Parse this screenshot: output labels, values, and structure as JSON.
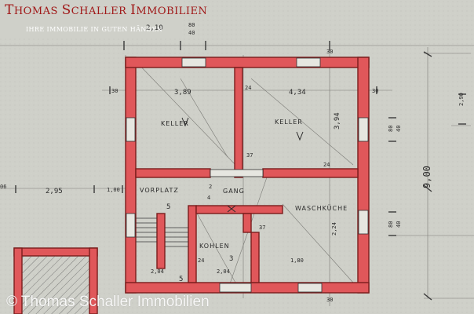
{
  "brand": {
    "title_prefix": "T",
    "title_mid": "HOMAS ",
    "title_s": "S",
    "title_mid2": "CHALLER ",
    "title_i": "I",
    "title_rest": "MMOBILIEN",
    "tagline": "IHRE IMMOBILIE IN GUTEN HÄNDEN",
    "watermark": "© Thomas Schaller Immobilien",
    "accent_color": "#a01818"
  },
  "plan": {
    "wall_color": "#e0575a",
    "wall_outline": "#7a1c1c",
    "rooms": [
      {
        "id": "keller-left",
        "label": "KELLER"
      },
      {
        "id": "keller-right",
        "label": "KELLER"
      },
      {
        "id": "vorplatz",
        "label": "VORPLATZ"
      },
      {
        "id": "gang",
        "label": "GANG"
      },
      {
        "id": "waschkueche",
        "label": "WASCHKÜCHE"
      },
      {
        "id": "kohlen",
        "label": "KOHLEN"
      }
    ],
    "dimensions": {
      "top_2_10": "2,10",
      "top_80_40": "80",
      "top_40": "40",
      "left_room_width": "3,89",
      "right_room_width": "4,34",
      "right_room_height": "3,94",
      "left_295": "2,95",
      "left_100": "1,00",
      "total_height": "9,00",
      "right_290": "2,90",
      "wall_30_left": "30",
      "wall_30_right": "30",
      "wall_24_a": "24",
      "wall_24_b": "24",
      "wall_24_c": "24",
      "wall_30_top": "30",
      "wall_30_bottom": "30",
      "marks_80_40_r1": "80",
      "marks_80_40_r1b": "40",
      "marks_80_40_r2": "80",
      "marks_80_40_r2b": "40",
      "step_5": "5",
      "step_5b": "5",
      "num_3": "3",
      "dim_204": "2,04",
      "dim_204b": "2,04",
      "dim_1_80": "1,80",
      "dim_2_24": "2,24",
      "dim_06": "06",
      "dim_37_a": "37",
      "dim_37_b": "37",
      "dim_2": "2",
      "dim_4": "4"
    }
  }
}
